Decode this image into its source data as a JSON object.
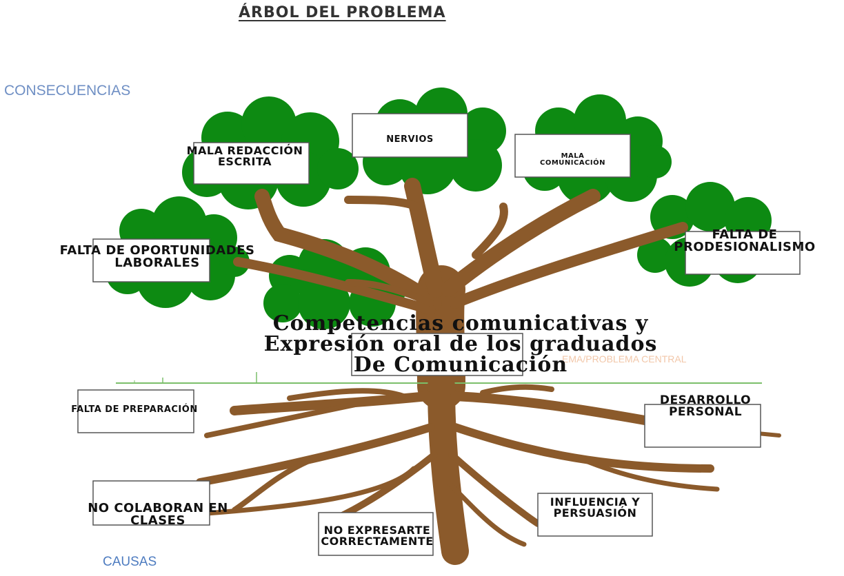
{
  "title": "ÁRBOL DEL PROBLEMA",
  "sections": {
    "consequences": "CONSECUENCIAS",
    "causes": "CAUSAS"
  },
  "center": {
    "label": "Competencias comunicativas y\nExpresión oral de los graduados\nDe Comunicación",
    "ghost_label": "EMA/PROBLEMA CENTRAL"
  },
  "consequences": [
    "Mala redacción\nEscrita",
    "Nervios",
    "Mala\ncomunicación",
    "Falta de oportunidades\nlaborales",
    "Falta de\nprodesionalismo"
  ],
  "causes": [
    "Falta de preparación",
    "Desarrollo\nPersonal",
    "No colaboran en\nClases",
    "No expresarte\nCorrectamente",
    "Influencia y\nPersuasión"
  ],
  "colors": {
    "foliage": "#0d8a12",
    "trunk": "#8b5a2b",
    "ground": "#7bbf6a",
    "consequences_heading": "#6f8fc4",
    "causes_heading": "#4e7cc0"
  }
}
